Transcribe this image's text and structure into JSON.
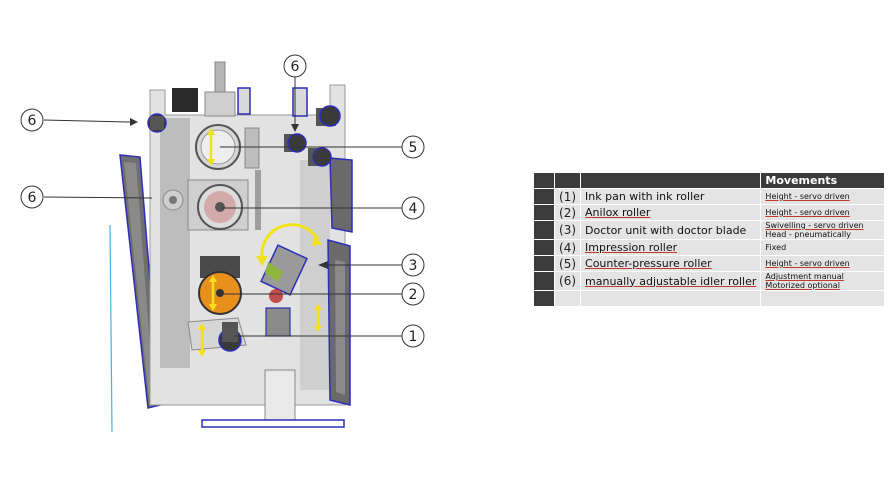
{
  "callouts": [
    {
      "label": "6"
    },
    {
      "label": "6"
    },
    {
      "label": "6"
    },
    {
      "label": "5"
    },
    {
      "label": "4"
    },
    {
      "label": "3"
    },
    {
      "label": "2"
    },
    {
      "label": "1"
    }
  ],
  "table": {
    "header": "Movements",
    "rows": [
      {
        "num": "1",
        "component": "Ink pan with ink roller",
        "movement": "Height - servo driven",
        "movement2": ""
      },
      {
        "num": "2",
        "component": "Anilox roller",
        "movement": "Height - servo driven",
        "movement2": ""
      },
      {
        "num": "3",
        "component": "Doctor unit with doctor blade",
        "movement": "Swivelling - servo driven",
        "movement2": "Head - pneumatically"
      },
      {
        "num": "4",
        "component": "Impression roller",
        "movement": "Fixed",
        "movement2": ""
      },
      {
        "num": "5",
        "component": "Counter-pressure roller",
        "movement": "Height - servo driven",
        "movement2": ""
      },
      {
        "num": "6",
        "component": "manually adjustable idler roller",
        "movement": "Adjustment manual",
        "movement2": "Motorized optional"
      }
    ]
  },
  "colors": {
    "header_bg": "#3b3b3b",
    "cell_bg": "#e4e4e4",
    "frame_blue": "#2b2fb8",
    "arrow_yellow": "#f2e21a",
    "anilox_orange": "#e8901c"
  }
}
